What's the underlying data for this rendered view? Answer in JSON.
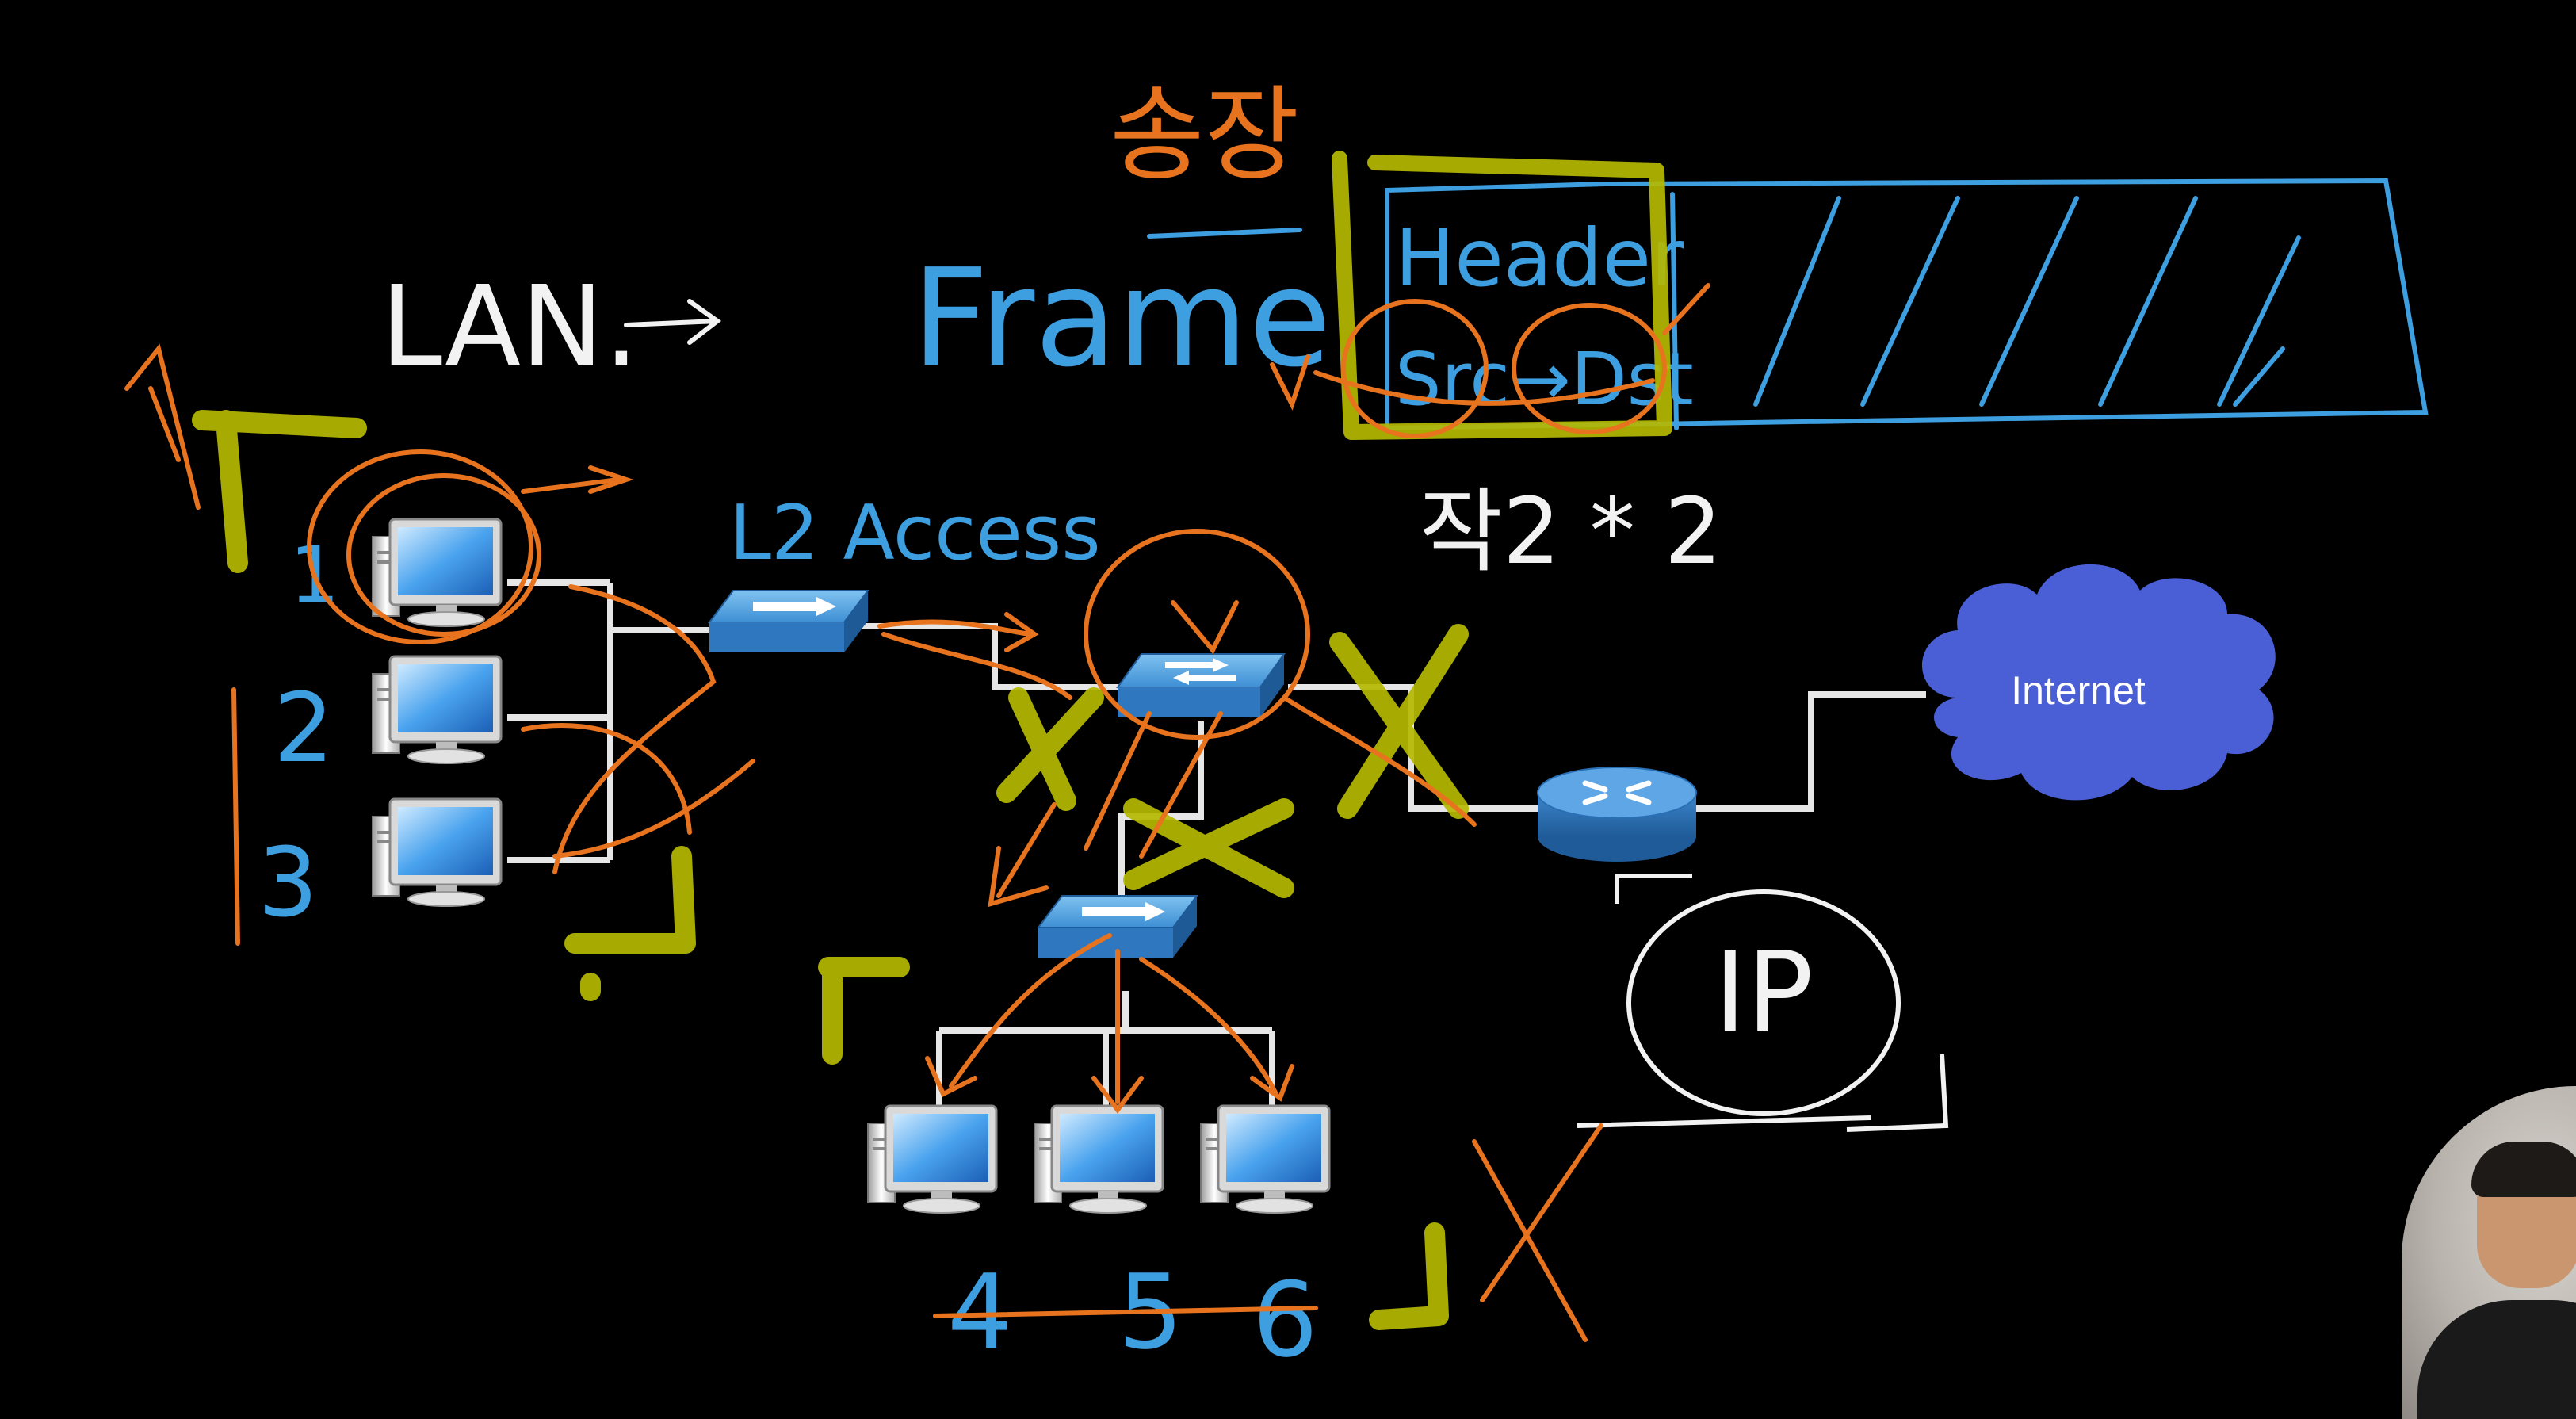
{
  "colors": {
    "background": "#000000",
    "chalk_white": "#f2f2f2",
    "chalk_blue": "#3d9ee0",
    "chalk_orange": "#e8731e",
    "highlighter_olive": "#b5b800",
    "cloud_fill": "#4a5fd6",
    "cable": "#e6e6e6",
    "device_blue": "#3f8fd6"
  },
  "labels": {
    "lan": "LAN.",
    "frame": "Frame",
    "header": "Header",
    "src_dst": "Src→Dst",
    "frame_annotation": "송장",
    "size_annotation": "작2 * 2",
    "l2_access": "L2 Access",
    "host_1": "1",
    "host_2": "2",
    "host_3": "3",
    "host_4": "4",
    "host_5": "5",
    "host_6": "6",
    "ip": "IP",
    "internet": "Internet"
  },
  "icons": {
    "pc": "desktop-computer-icon",
    "l2_switch": "l2-switch-icon",
    "l3_switch": "multilayer-switch-icon",
    "router": "router-icon",
    "cloud": "cloud-icon"
  }
}
